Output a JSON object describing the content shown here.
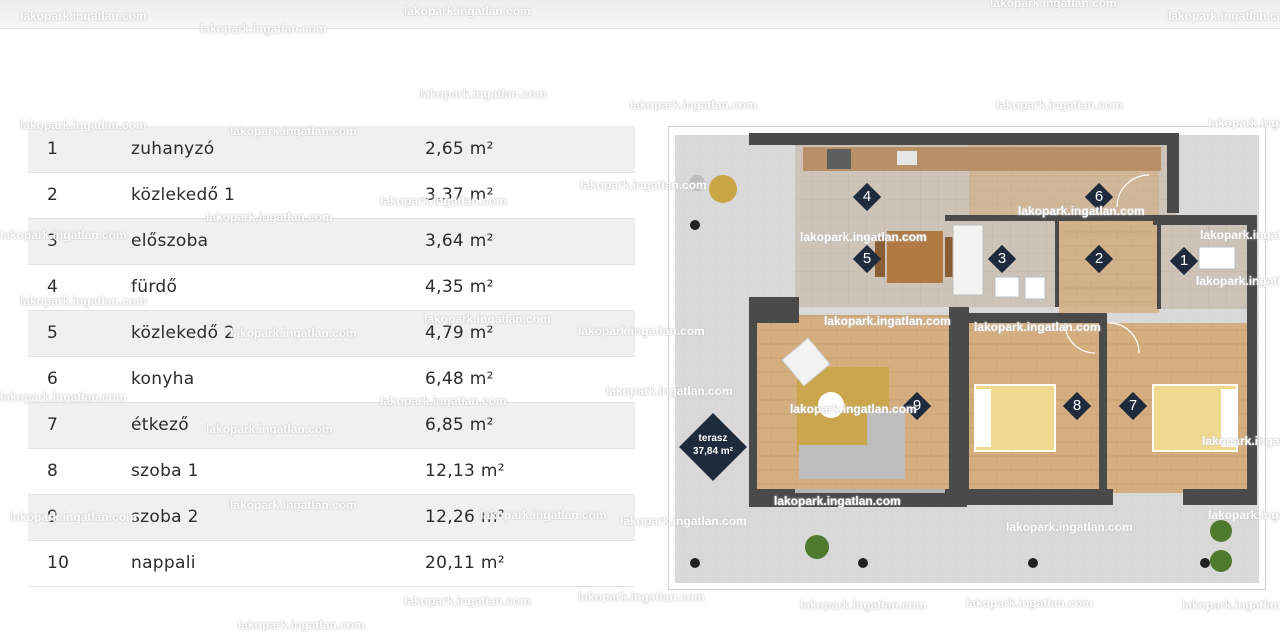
{
  "rooms": [
    {
      "num": "1",
      "name": "zuhanyzó",
      "area": "2,65 m²"
    },
    {
      "num": "2",
      "name": "közlekedő 1",
      "area": "3,37 m²"
    },
    {
      "num": "3",
      "name": "előszoba",
      "area": "3,64 m²"
    },
    {
      "num": "4",
      "name": "fürdő",
      "area": "4,35 m²"
    },
    {
      "num": "5",
      "name": "közlekedő 2",
      "area": "4,79 m²"
    },
    {
      "num": "6",
      "name": "konyha",
      "area": "6,48 m²"
    },
    {
      "num": "7",
      "name": "étkező",
      "area": "6,85 m²"
    },
    {
      "num": "8",
      "name": "szoba 1",
      "area": "12,13 m²"
    },
    {
      "num": "9",
      "name": "szoba 2",
      "area": "12,26 m²"
    },
    {
      "num": "10",
      "name": "nappali",
      "area": "20,11 m²"
    }
  ],
  "plan": {
    "terrace_label": "terasz",
    "terrace_area": "37,84 m²",
    "markers": [
      "1",
      "2",
      "3",
      "4",
      "5",
      "6",
      "7",
      "8",
      "9"
    ]
  },
  "watermark": "lakopark.ingatlan.com",
  "colors": {
    "marker": "#1f2b3d",
    "wall": "#4a4a4a",
    "floor_wood": "#d2ad7e",
    "floor_tile": "#cfc6bc",
    "terrace": "#dcdcdc",
    "row_alt": "#f0f0f0"
  }
}
